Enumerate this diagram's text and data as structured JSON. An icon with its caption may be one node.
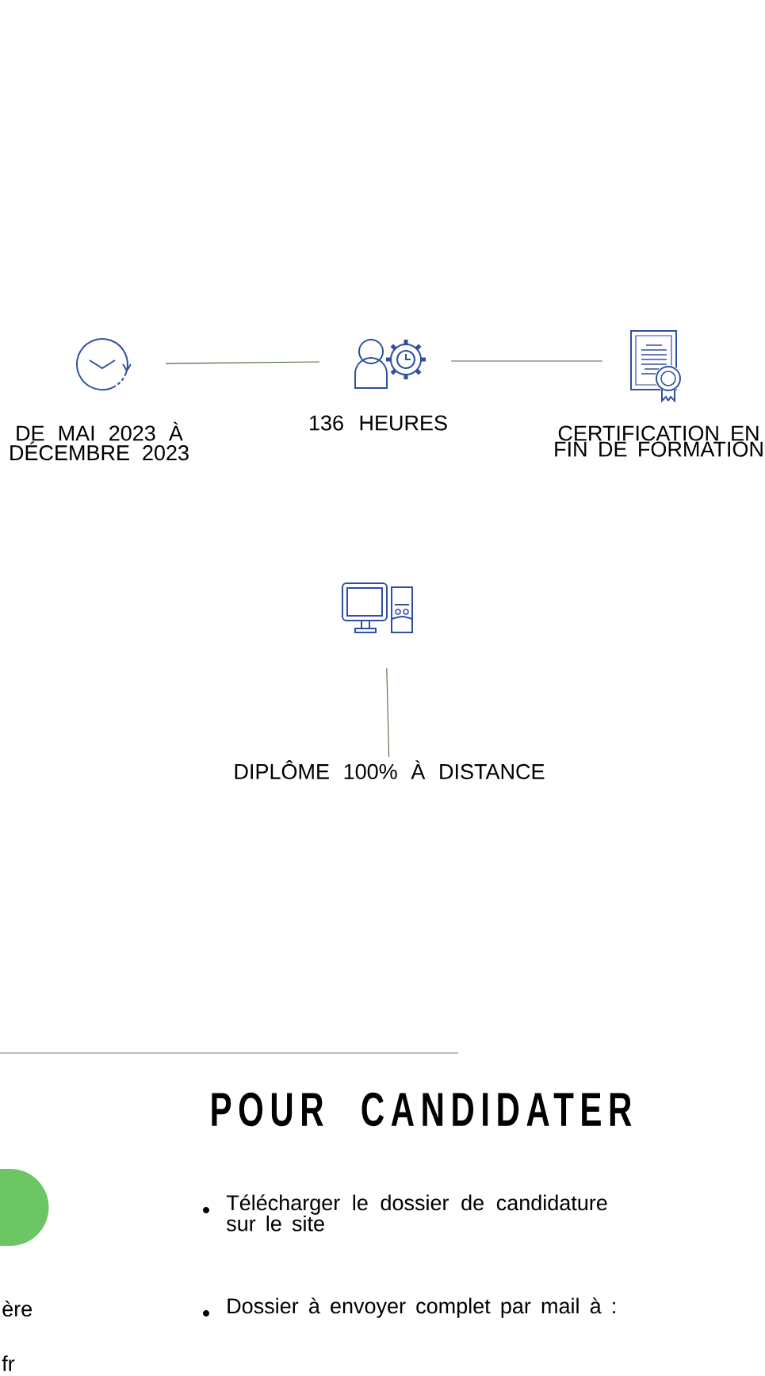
{
  "diagram": {
    "nodes": [
      {
        "text": [],
        "shape": "picture",
        "beside": [
          "DE MAI 2023 À DÉCEMBRE 2023"
        ]
      },
      {
        "text": [],
        "shape": "picture",
        "beside": [
          "136 HEURES"
        ]
      },
      {
        "text": [],
        "shape": "picture",
        "beside": [
          "CERTIFICATION EN FIN DE FORMATION"
        ]
      },
      {
        "text": [],
        "shape": "picture"
      },
      {
        "text": [
          "DIPLÔME 100% À DISTANCE"
        ]
      },
      {
        "text": [],
        "shape": "circle"
      }
    ],
    "edges": [
      {
        "from": 0,
        "to": 1,
        "arrow": "none"
      },
      {
        "from": 1,
        "to": 2,
        "arrow": "none"
      },
      {
        "from": 3,
        "to": 4,
        "arrow": "none"
      }
    ],
    "labels": [
      "POUR CANDIDATER",
      "Télécharger le dossier de candidature sur le site",
      "ère",
      "Dossier à envoyer complet par mail à :",
      "fr"
    ]
  }
}
